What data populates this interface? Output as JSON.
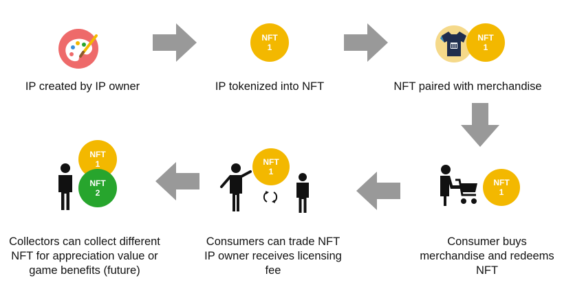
{
  "colors": {
    "nft_gold": "#f3b800",
    "nft_green": "#27a52d",
    "arrow_gray": "#999999",
    "palette_pink": "#ee6a6a",
    "figure_black": "#111111"
  },
  "steps": [
    {
      "id": 1,
      "icon": "palette-icon",
      "label_lines": [
        "IP created by IP owner"
      ]
    },
    {
      "id": 2,
      "icon": "nft-token-icon",
      "token": {
        "top": "NFT",
        "bottom": "1"
      },
      "label_lines": [
        "IP tokenized into NFT"
      ]
    },
    {
      "id": 3,
      "icon": "tshirt-icon",
      "token": {
        "top": "NFT",
        "bottom": "1"
      },
      "label_lines": [
        "NFT paired with merchandise"
      ]
    },
    {
      "id": 4,
      "icon": "shopping-cart-person-icon",
      "token": {
        "top": "NFT",
        "bottom": "1"
      },
      "label_lines": [
        "Consumer buys",
        "merchandise and redeems",
        "NFT"
      ]
    },
    {
      "id": 5,
      "icon": "people-trade-icon",
      "token": {
        "top": "NFT",
        "bottom": "1"
      },
      "label_lines": [
        "Consumers can trade NFT",
        "IP owner receives licensing",
        "fee"
      ]
    },
    {
      "id": 6,
      "icon": "collector-icon",
      "tokens": [
        {
          "top": "NFT",
          "bottom": "1"
        },
        {
          "top": "NFT",
          "bottom": "2"
        }
      ],
      "label_lines": [
        "Collectors can collect different",
        "NFT for appreciation value or",
        "game benefits (future)"
      ]
    }
  ]
}
